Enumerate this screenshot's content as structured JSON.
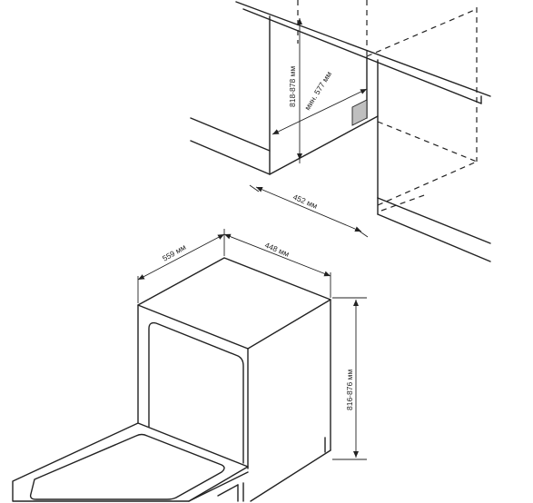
{
  "colors": {
    "line": "#222222",
    "background": "#ffffff",
    "cavity_fill": "#bfbfbf"
  },
  "niche": {
    "height_label": "818-878 мм",
    "depth_label": "мин. 577 мм",
    "width_label": "452 мм"
  },
  "appliance": {
    "depth_label": "559 мм",
    "width_label": "448 мм",
    "height_label": "816-876 мм"
  }
}
